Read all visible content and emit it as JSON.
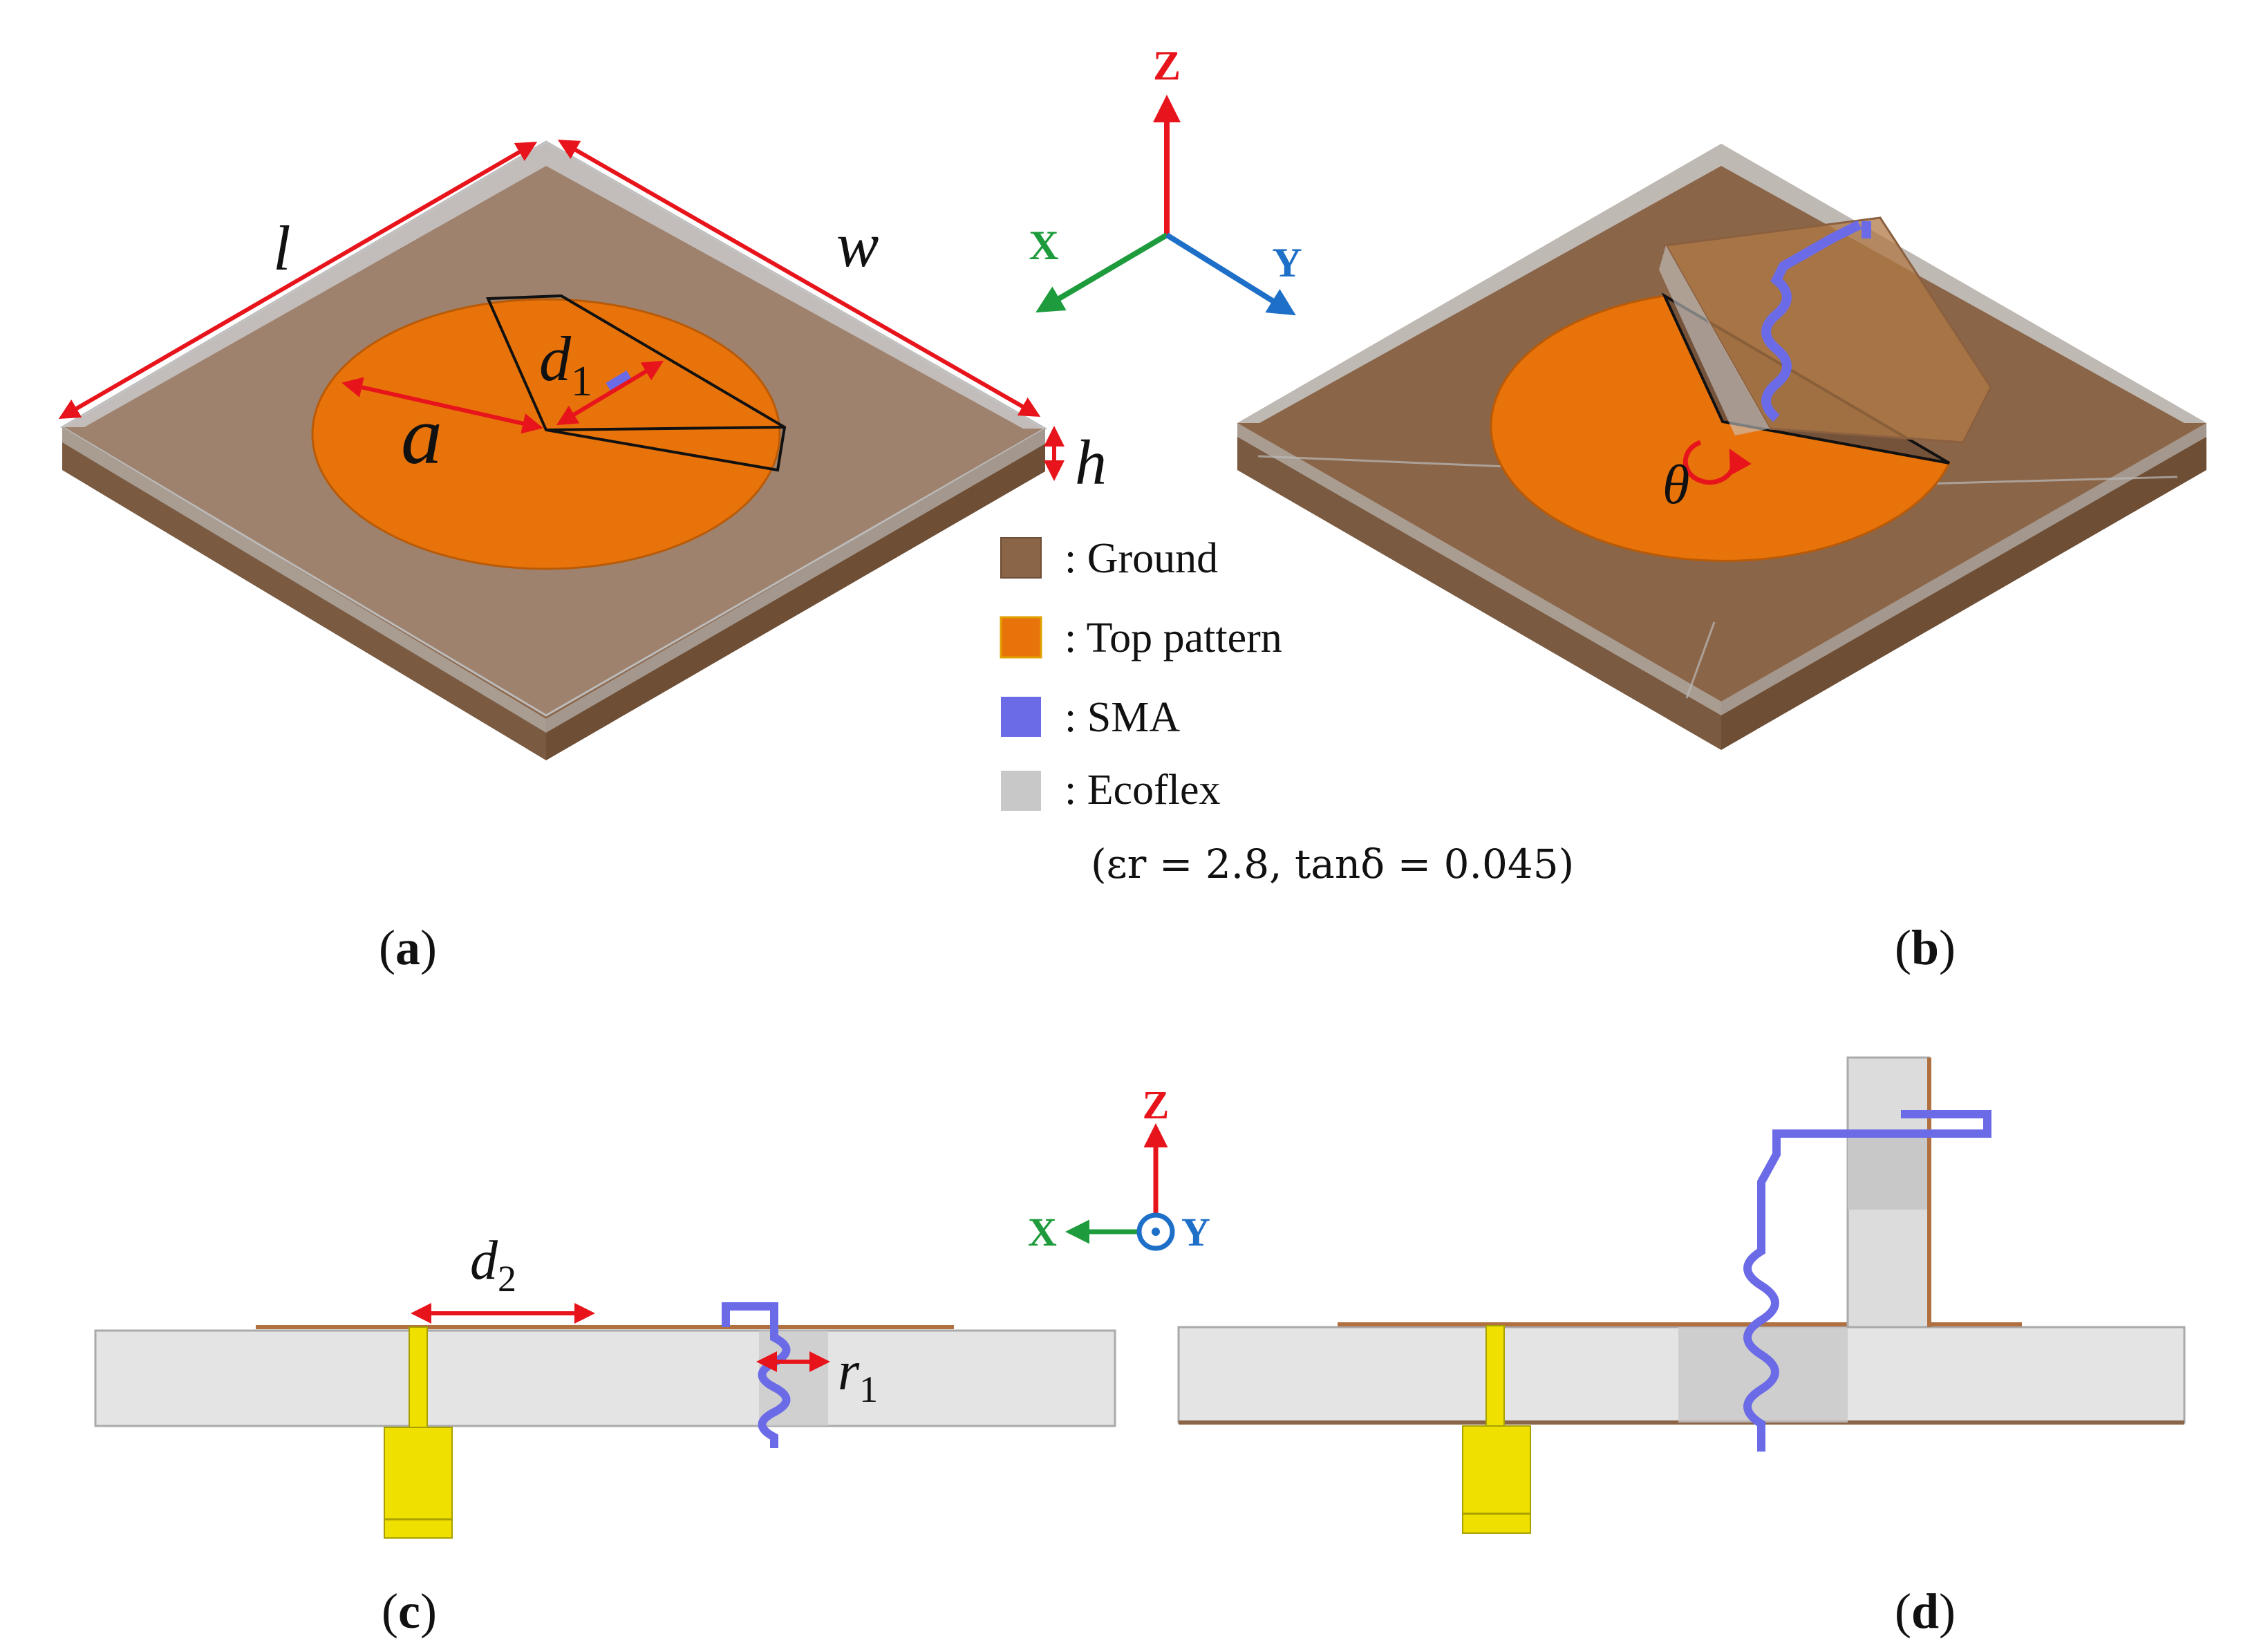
{
  "panels": {
    "a": {
      "label_open": "(",
      "label_letter": "a",
      "label_close": ")"
    },
    "b": {
      "label_open": "(",
      "label_letter": "b",
      "label_close": ")"
    },
    "c": {
      "label_open": "(",
      "label_letter": "c",
      "label_close": ")"
    },
    "d": {
      "label_open": "(",
      "label_letter": "d",
      "label_close": ")"
    }
  },
  "dimensions": {
    "l": "l",
    "w": "w",
    "h": "h",
    "a": "a",
    "d1_base": "d",
    "d1_sub": "1",
    "theta": "θ",
    "d2_base": "d",
    "d2_sub": "2",
    "r1_base": "r",
    "r1_sub": "1"
  },
  "axes": {
    "top": {
      "z": "Z",
      "x": "X",
      "y": "Y"
    },
    "bottom": {
      "z": "Z",
      "x": "X",
      "y": "Y"
    }
  },
  "legend": {
    "items": [
      {
        "label": ": Ground",
        "color": "#8B6548"
      },
      {
        "label": ": Top pattern",
        "color": "#E8730A"
      },
      {
        "label": ": SMA",
        "color": "#6B6BE8"
      },
      {
        "label": ": Ecoflex",
        "color": "#C8C8C8"
      }
    ],
    "material_note": "(εr = 2.8, tanδ = 0.045)"
  },
  "colors": {
    "ground": "#8B6548",
    "ground_dark": "#6E4E35",
    "top_pattern": "#E8730A",
    "sma": "#6B6BE8",
    "ecoflex": "#DCDCDC",
    "dimension_arrow": "#E8141C",
    "axis_x": "#1E9B3C",
    "axis_y": "#1E6FC8",
    "axis_z": "#E8141C",
    "probe": "#F0E000"
  }
}
